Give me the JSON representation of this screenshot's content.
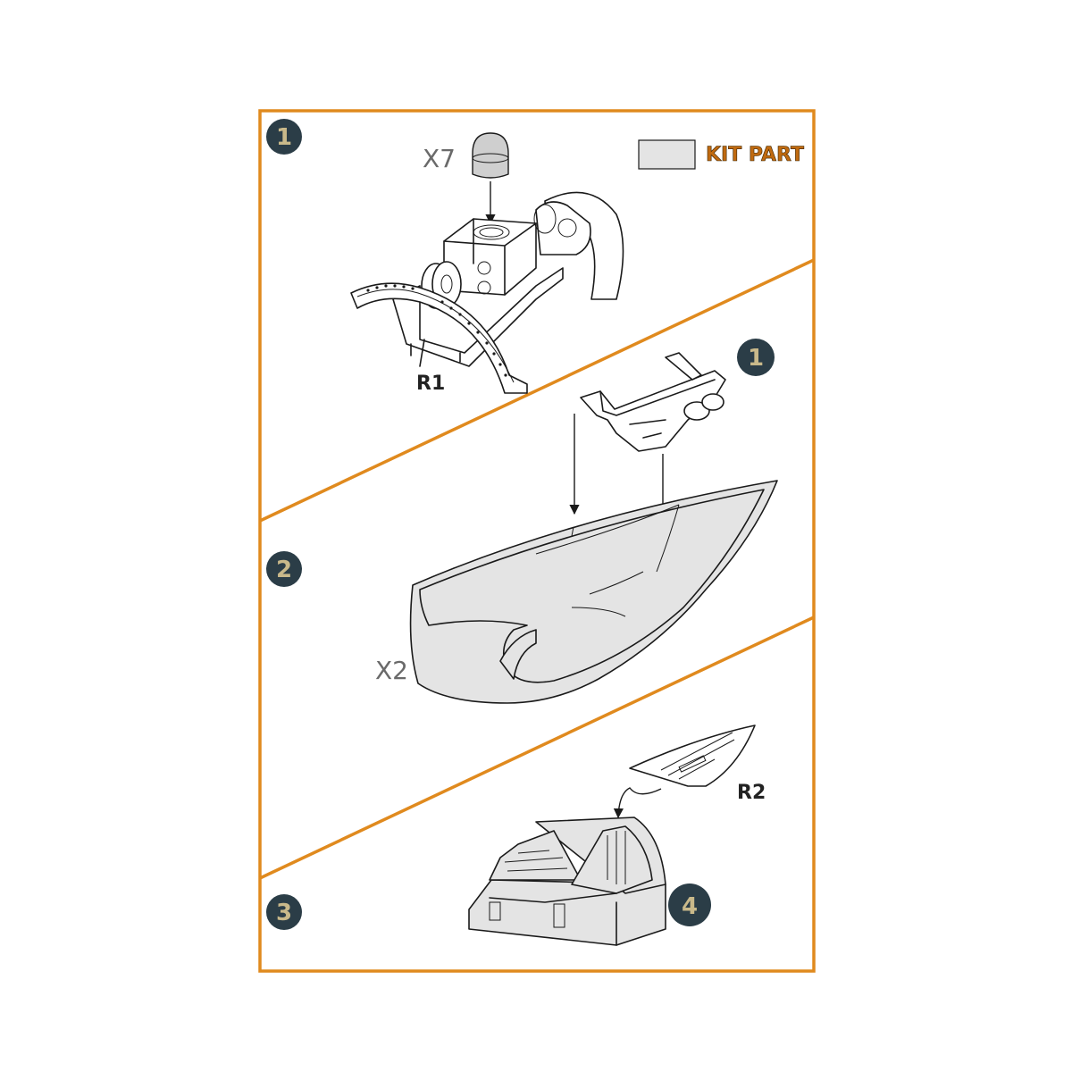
{
  "colors": {
    "frame": "#e08a1e",
    "badge": "#2b3d47",
    "badge_text": "#c9b98a",
    "kit_part_fill": "#e4e4e4",
    "legend_text": "#c06a10"
  },
  "legend": {
    "label": "KIT PART"
  },
  "steps": [
    {
      "number": "1"
    },
    {
      "number": "2"
    },
    {
      "number": "3"
    }
  ],
  "badges": [
    {
      "number": "1"
    },
    {
      "number": "4"
    }
  ],
  "quantities": {
    "cap": "X7",
    "fuselage": "X2"
  },
  "parts": {
    "r1": "R1",
    "r2": "R2"
  }
}
